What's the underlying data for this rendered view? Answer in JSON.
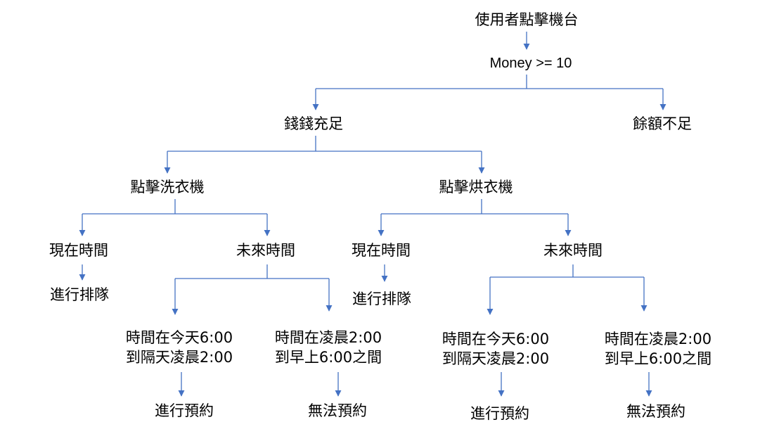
{
  "nodes": {
    "start": "使用者點擊機台",
    "check": "Money >= 10",
    "enough": "錢錢充足",
    "insufficient": "餘額不足",
    "washer": "點擊洗衣機",
    "dryer": "點擊烘衣機",
    "washer_now": "現在時間",
    "washer_future": "未來時間",
    "washer_queue": "進行排隊",
    "washer_range_a": [
      "時間在今天6:00",
      "到隔天凌晨2:00"
    ],
    "washer_range_b": [
      "時間在凌晨2:00",
      "到早上6:00之間"
    ],
    "washer_reserve": "進行預約",
    "washer_no_reserve": "無法預約",
    "dryer_now": "現在時間",
    "dryer_future": "未來時間",
    "dryer_queue": "進行排隊",
    "dryer_range_a": [
      "時間在今天6:00",
      "到隔天凌晨2:00"
    ],
    "dryer_range_b": [
      "時間在凌晨2:00",
      "到早上6:00之間"
    ],
    "dryer_reserve": "進行預約",
    "dryer_no_reserve": "無法預約"
  },
  "colors": {
    "connector": "#4472c4",
    "text": "#000000"
  }
}
